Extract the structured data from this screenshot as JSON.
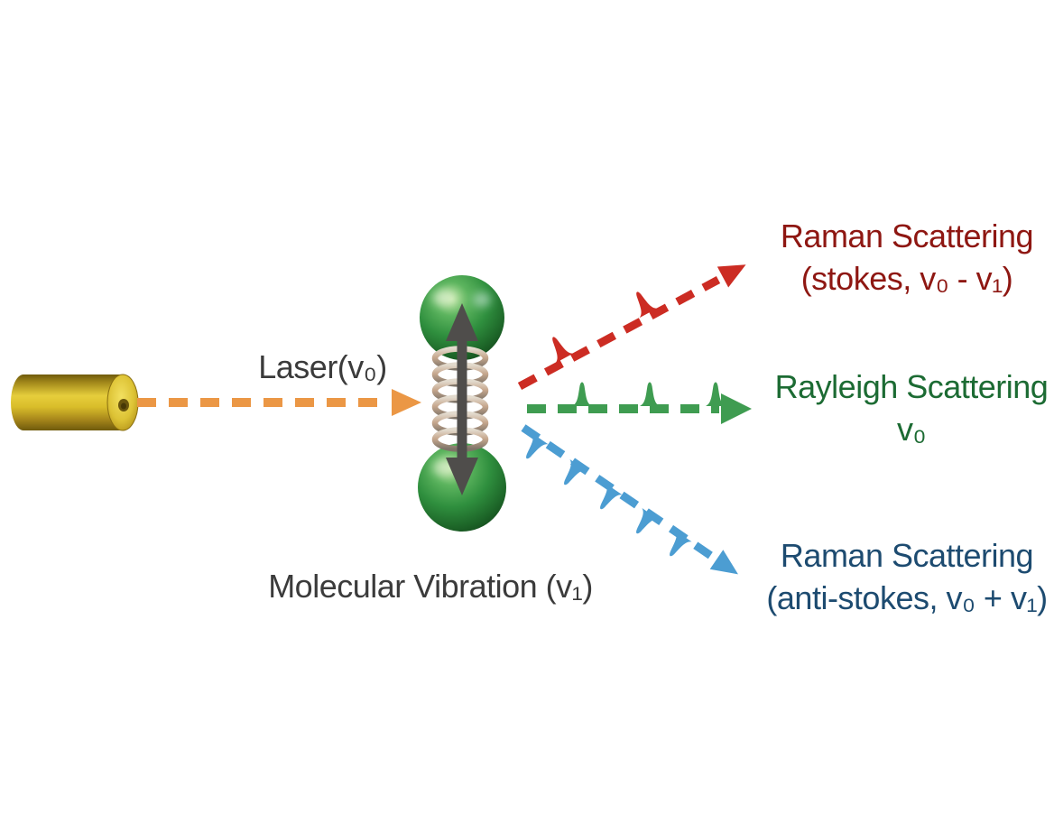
{
  "diagram": {
    "topic": "Raman Scattering",
    "description": "Laser light hits a vibrating diatomic molecule producing Stokes Raman, Rayleigh and anti-Stokes Raman scattering"
  },
  "labels": {
    "laser": "Laser(v₀)",
    "molecular_vibration": "Molecular Vibration (v₁)",
    "stokes": {
      "line1": "Raman Scattering",
      "line2": "(stokes, v₀ - v₁)"
    },
    "rayleigh": {
      "line1": "Rayleigh Scattering",
      "line2": "v₀"
    },
    "antistokes": {
      "line1": "Raman Scattering",
      "line2": "(anti-stokes, v₀ + v₁)"
    }
  },
  "icons": {
    "laser_device": "gold-cylinder-laser",
    "laser_beam": "orange-dashed-arrow",
    "molecule": "two-green-spheres-joined-by-spring",
    "vibration": "vertical-double-headed-arrow",
    "stokes_beam": "red-dashed-arrow-up-right-with-spectral-peaks",
    "rayleigh_beam": "green-dashed-arrow-right-with-spectral-peaks",
    "antistokes_beam": "blue-dashed-arrow-down-right-with-spectral-peaks"
  },
  "colors": {
    "background": "#ffffff",
    "label_text": "#3b3b3b",
    "laser_beam": "#eb9745",
    "laser_body": "#d9bd2a",
    "stokes_arrow": "#cc2c23",
    "stokes_text": "#8e1712",
    "rayleigh_arrow": "#3f9c51",
    "rayleigh_text": "#1c6b33",
    "antistokes_arrow": "#4c9dd2",
    "antistokes_text": "#1d4b70",
    "sphere_green": "#2f8f3e",
    "spring_metal": "#9c9183",
    "vibration_arrow": "#4f4d4b"
  }
}
